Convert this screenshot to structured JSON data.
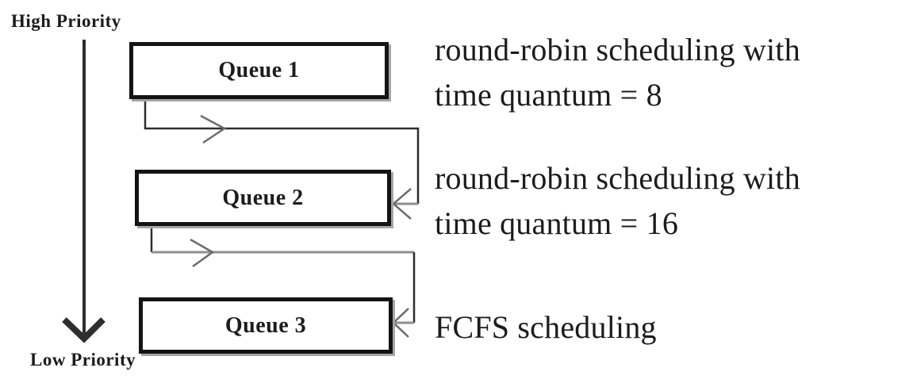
{
  "colors": {
    "background": "#ffffff",
    "text": "#1c1c1c",
    "box_border": "#141414",
    "box_shadow": "#a6a6a6",
    "line_dark": "#2e2e2e",
    "line_gray": "#8f8f8f",
    "chevron": "#6b6b6b"
  },
  "priority_axis": {
    "high_label": "High Priority",
    "low_label": "Low Priority"
  },
  "queues": [
    {
      "label": "Queue 1",
      "policy": {
        "line1": "round-robin scheduling with",
        "line2": "time quantum = 8"
      }
    },
    {
      "label": "Queue 2",
      "policy": {
        "line1": "round-robin scheduling with",
        "line2": "time quantum = 16"
      }
    },
    {
      "label": "Queue 3",
      "policy": {
        "line1": "FCFS scheduling",
        "line2": ""
      }
    }
  ]
}
